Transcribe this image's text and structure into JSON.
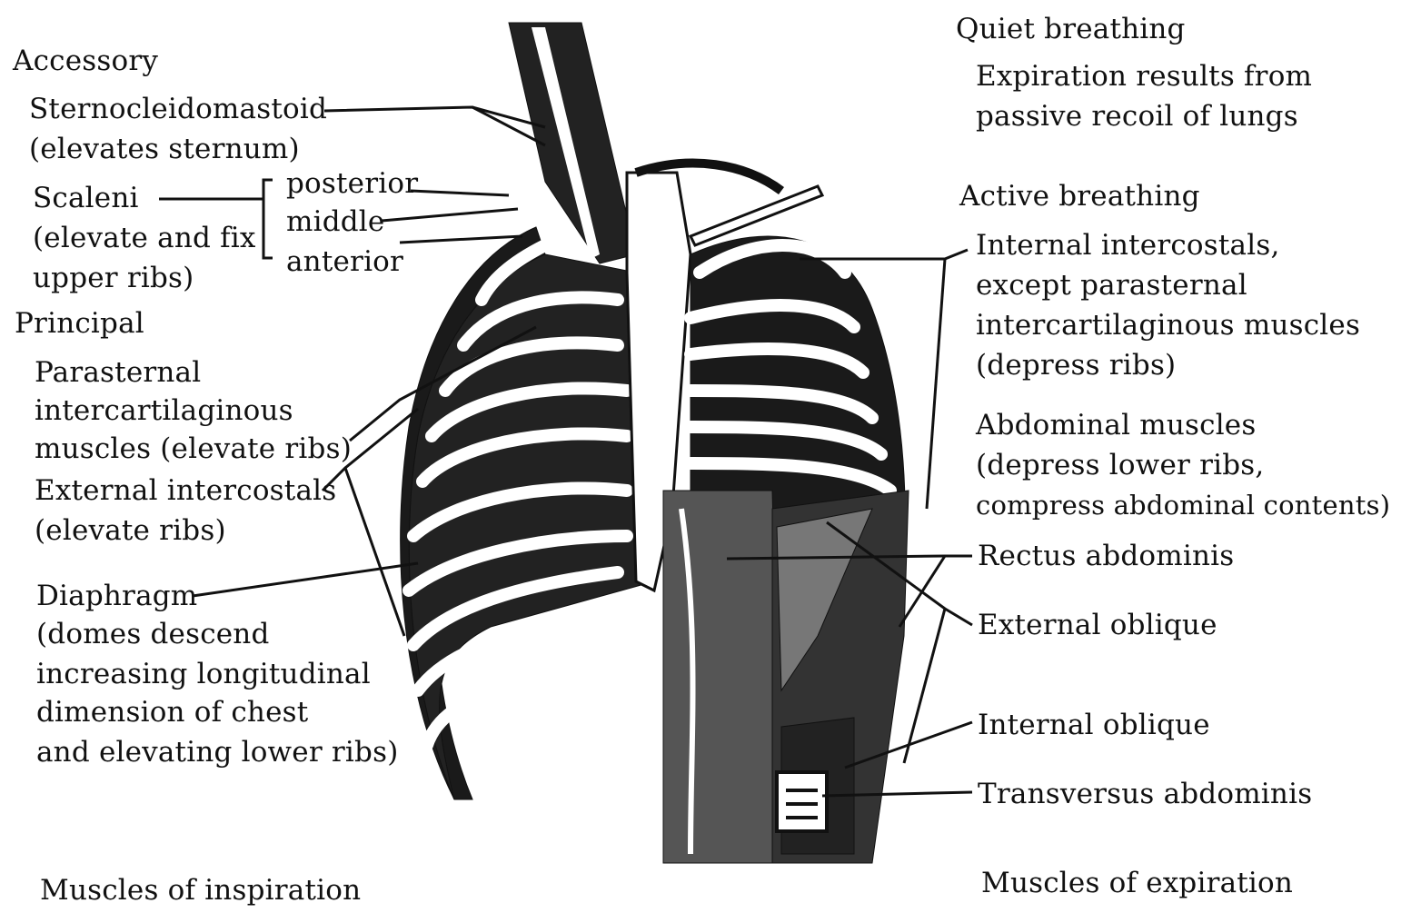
{
  "left": {
    "accessory": "Accessory",
    "sternocleidomastoid": "Sternocleidomastoid",
    "sternocleidomastoid_note": "(elevates sternum)",
    "scaleni": "Scaleni",
    "scaleni_note_1": "(elevate and fix",
    "scaleni_note_2": "upper ribs)",
    "posterior": "posterior",
    "middle": "middle",
    "anterior": "anterior",
    "principal": "Principal",
    "parasternal_1": "Parasternal",
    "parasternal_2": "intercartilaginous",
    "parasternal_3": "muscles (elevate ribs)",
    "external_intercostals": "External intercostals",
    "external_intercostals_note": "(elevate ribs)",
    "diaphragm": "Diaphragm",
    "diaphragm_note_1": "(domes descend",
    "diaphragm_note_2": "increasing longitudinal",
    "diaphragm_note_3": "dimension of chest",
    "diaphragm_note_4": "and elevating lower ribs)",
    "caption": "Muscles of inspiration"
  },
  "right": {
    "quiet_breathing": "Quiet breathing",
    "quiet_note_1": "Expiration results from",
    "quiet_note_2": "passive recoil of lungs",
    "active_breathing": "Active breathing",
    "internal_intercostals_1": "Internal intercostals,",
    "internal_intercostals_2": "except parasternal",
    "internal_intercostals_3": "intercartilaginous muscles",
    "internal_intercostals_4": "(depress ribs)",
    "abdominal_1": "Abdominal muscles",
    "abdominal_2": "(depress lower ribs,",
    "abdominal_3": "compress abdominal contents)",
    "rectus": "Rectus abdominis",
    "external_oblique": "External oblique",
    "internal_oblique": "Internal oblique",
    "transversus": "Transversus abdominis",
    "caption": "Muscles of expiration"
  },
  "colors": {
    "ink": "#111111",
    "paper": "#ffffff"
  }
}
